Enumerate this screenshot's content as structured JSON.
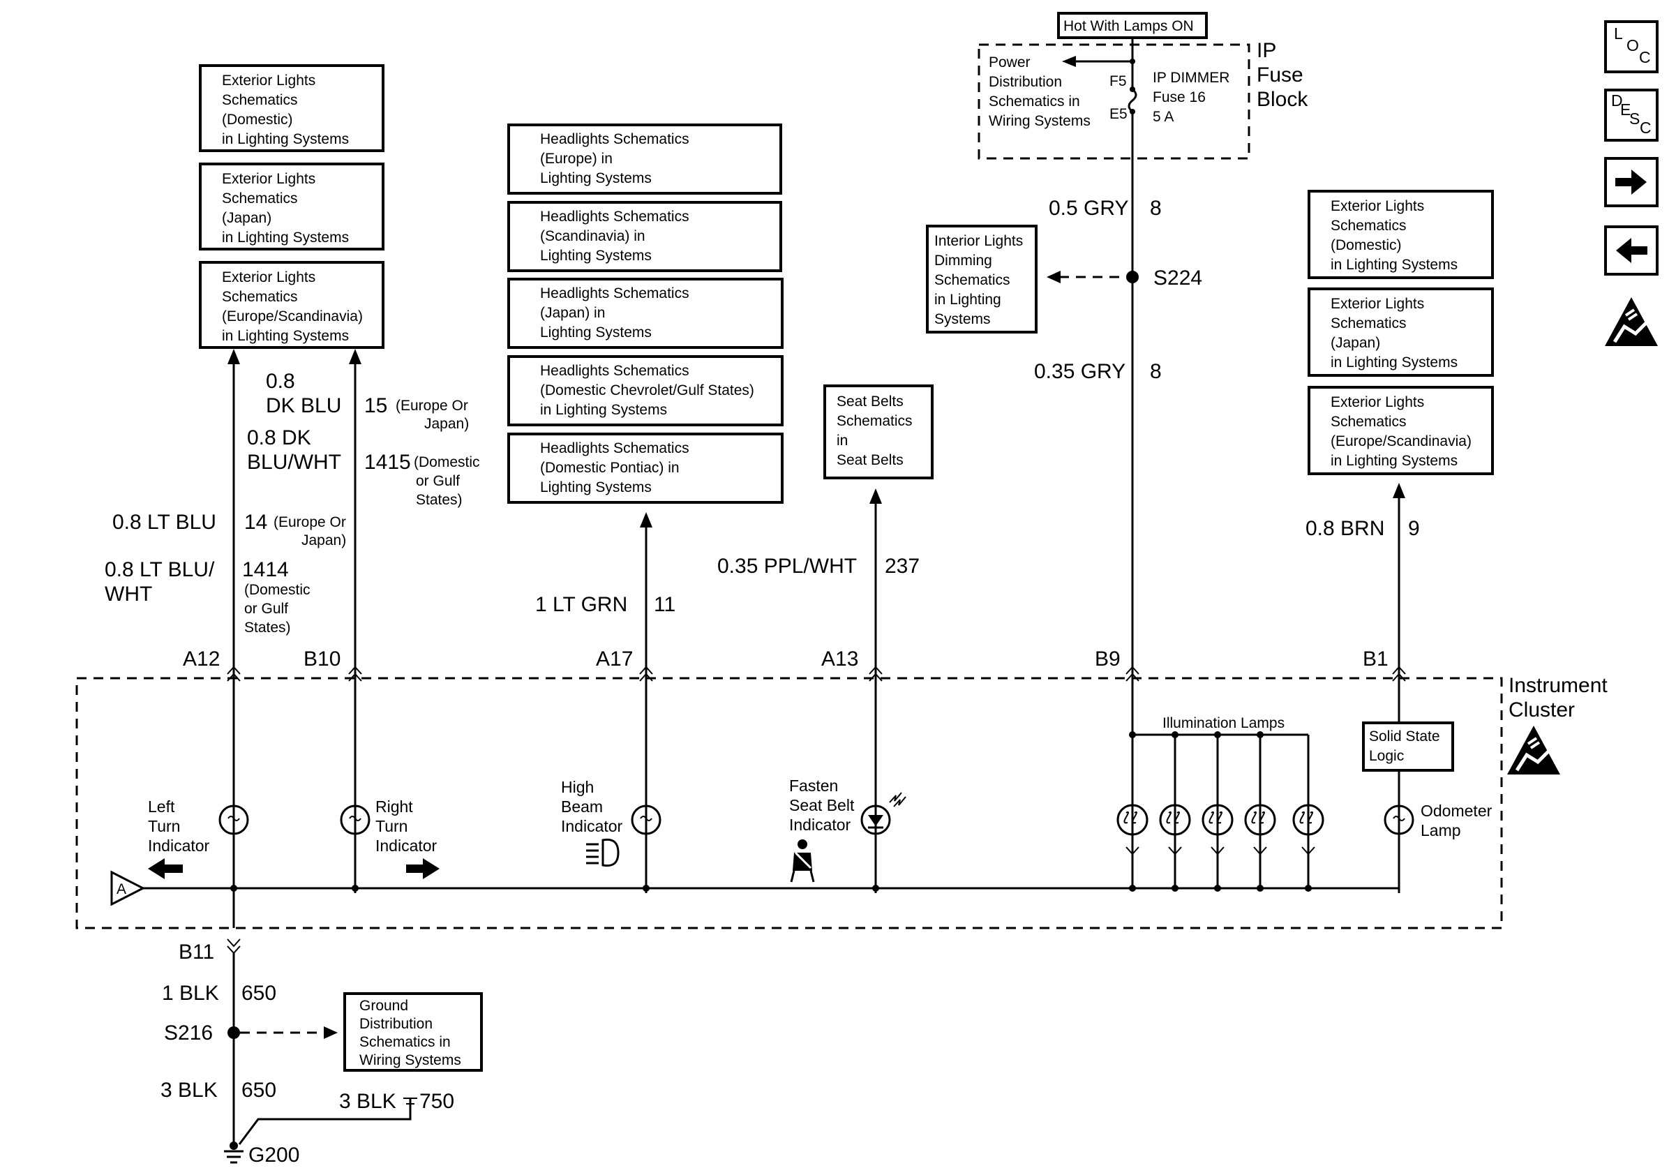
{
  "fuse_block": {
    "hot_label": "Hot With Lamps ON",
    "power_distribution": [
      "Power",
      "Distribution",
      "Schematics in",
      "Wiring Systems"
    ],
    "pin_f5": "F5",
    "pin_e5": "E5",
    "fuse": [
      "IP DIMMER",
      "Fuse 16",
      "5 A"
    ],
    "title": [
      "IP",
      "Fuse",
      "Block"
    ]
  },
  "interior_dimming": [
    "Interior Lights",
    "Dimming",
    "Schematics",
    "in Lighting",
    "Systems"
  ],
  "splice_s224": "S224",
  "wires": {
    "gry_upper": {
      "name": "0.5 GRY",
      "circuit": "8"
    },
    "gry_lower": {
      "name": "0.35 GRY",
      "circuit": "8"
    },
    "brn": {
      "name": "0.8 BRN",
      "circuit": "9"
    },
    "ppl_wht": {
      "name": "0.35 PPL/WHT",
      "circuit": "237"
    },
    "lt_grn": {
      "name": "1 LT GRN",
      "circuit": "11"
    },
    "lt_blu": {
      "name": "0.8 LT BLU",
      "circuit": "14",
      "note": [
        "(Europe Or",
        "Japan)"
      ]
    },
    "lt_blu_wht": {
      "name": [
        "0.8 LT BLU/",
        "WHT"
      ],
      "circuit": "1414",
      "note": [
        "(Domestic",
        "or Gulf",
        "States)"
      ]
    },
    "dk_blu": {
      "name": [
        "0.8",
        "DK BLU"
      ],
      "circuit": "15",
      "note": [
        "(Europe Or",
        "Japan)"
      ]
    },
    "dk_blu_wht": {
      "name": [
        "0.8 DK",
        "BLU/WHT"
      ],
      "circuit": "1415",
      "note": [
        "(Domestic",
        "or Gulf",
        "States)"
      ]
    },
    "blk_650_upper": {
      "name": "1 BLK",
      "circuit": "650"
    },
    "blk_650_lower": {
      "name": "3 BLK",
      "circuit": "650"
    },
    "blk_750": {
      "name": "3 BLK",
      "circuit": "750"
    }
  },
  "left_boxes": [
    [
      "Exterior Lights",
      "Schematics",
      "(Domestic)",
      "in Lighting Systems"
    ],
    [
      "Exterior Lights",
      "Schematics",
      "(Japan)",
      "in Lighting Systems"
    ],
    [
      "Exterior Lights",
      "Schematics",
      "(Europe/Scandinavia)",
      "in Lighting Systems"
    ]
  ],
  "right_boxes": [
    [
      "Exterior Lights",
      "Schematics",
      "(Domestic)",
      "in Lighting Systems"
    ],
    [
      "Exterior Lights",
      "Schematics",
      "(Japan)",
      "in Lighting Systems"
    ],
    [
      "Exterior Lights",
      "Schematics",
      "(Europe/Scandinavia)",
      "in Lighting Systems"
    ]
  ],
  "headlight_boxes": [
    [
      "Headlights Schematics",
      "(Europe) in",
      "Lighting Systems"
    ],
    [
      "Headlights Schematics",
      "(Scandinavia) in",
      "Lighting Systems"
    ],
    [
      "Headlights Schematics",
      "(Japan) in",
      "Lighting Systems"
    ],
    [
      "Headlights Schematics",
      "(Domestic Chevrolet/Gulf States)",
      "in Lighting Systems"
    ],
    [
      "Headlights Schematics",
      "(Domestic Pontiac) in",
      "Lighting Systems"
    ]
  ],
  "seat_belts_box": [
    "Seat Belts",
    "Schematics",
    "in",
    "Seat Belts"
  ],
  "connectors": {
    "a12": "A12",
    "b10": "B10",
    "a17": "A17",
    "a13": "A13",
    "b9": "B9",
    "b1": "B1",
    "b11": "B11"
  },
  "cluster": {
    "title": [
      "Instrument",
      "Cluster"
    ],
    "left_turn": [
      "Left",
      "Turn",
      "Indicator"
    ],
    "right_turn": [
      "Right",
      "Turn",
      "Indicator"
    ],
    "high_beam": [
      "High",
      "Beam",
      "Indicator"
    ],
    "seat_belt": [
      "Fasten",
      "Seat Belt",
      "Indicator"
    ],
    "illumination": "Illumination Lamps",
    "solid_state": [
      "Solid State",
      "Logic"
    ],
    "odometer": [
      "Odometer",
      "Lamp"
    ],
    "ref_a": "A"
  },
  "ground": {
    "splice_s216": "S216",
    "distribution": [
      "Ground",
      "Distribution",
      "Schematics in",
      "Wiring Systems"
    ],
    "g200": "G200"
  },
  "legend": {
    "loc": [
      "L",
      "O",
      "C"
    ],
    "desc": [
      "D",
      "E",
      "S",
      "C"
    ],
    "icons": [
      "right-arrow-icon",
      "left-arrow-icon",
      "esd-warning-icon"
    ]
  }
}
